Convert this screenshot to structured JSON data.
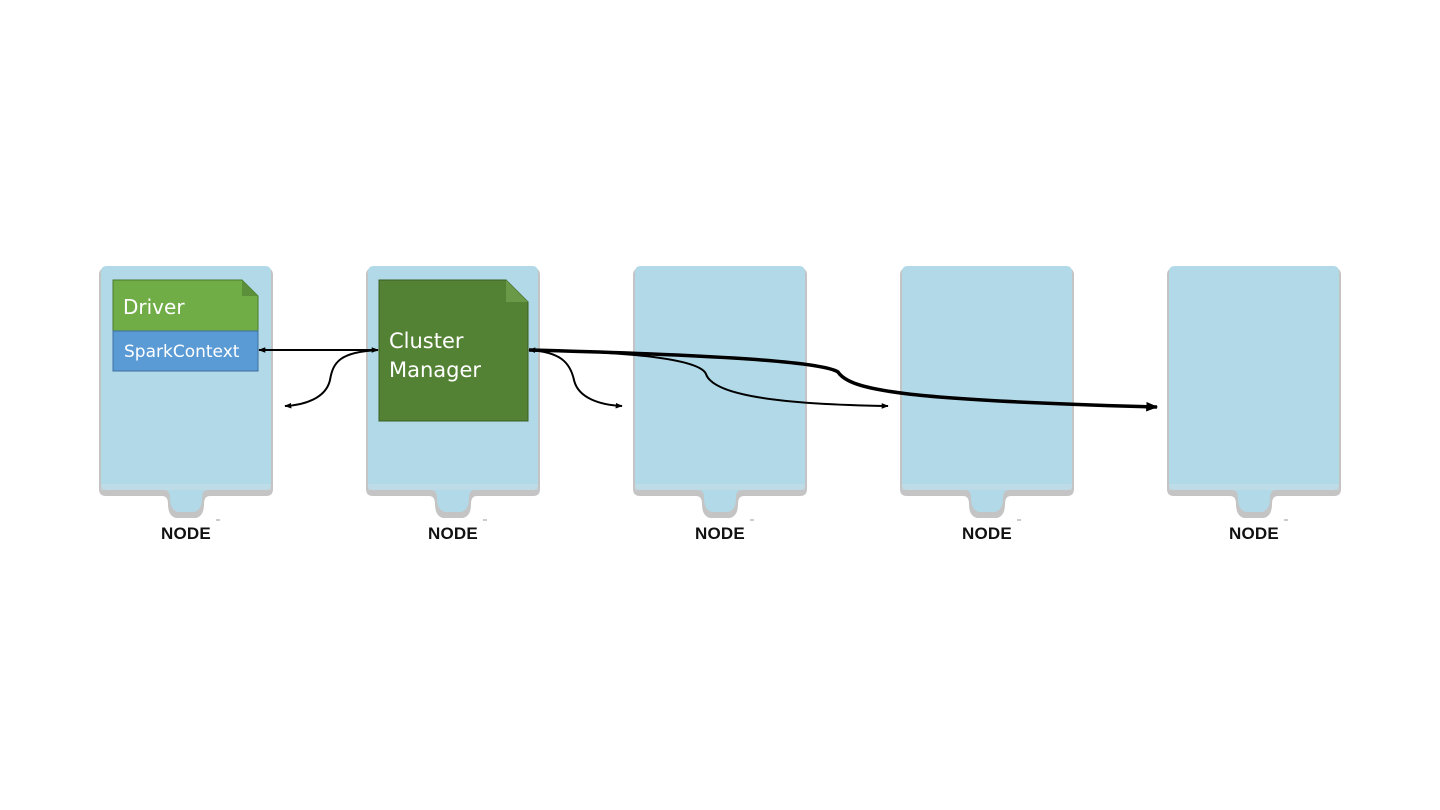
{
  "nodes": [
    {
      "label": "NODE"
    },
    {
      "label": "NODE"
    },
    {
      "label": "NODE"
    },
    {
      "label": "NODE"
    },
    {
      "label": "NODE"
    }
  ],
  "driver": {
    "title": "Driver",
    "context_label": "SparkContext"
  },
  "cluster_manager": {
    "line1": "Cluster",
    "line2": "Manager"
  },
  "colors": {
    "node_fill": "#b2d9e8",
    "node_shadow": "#c4c4c4",
    "driver_green": "#70ad47",
    "sparkcontext_blue": "#5b9bd5",
    "cluster_green": "#548235",
    "arrow": "#000000"
  }
}
